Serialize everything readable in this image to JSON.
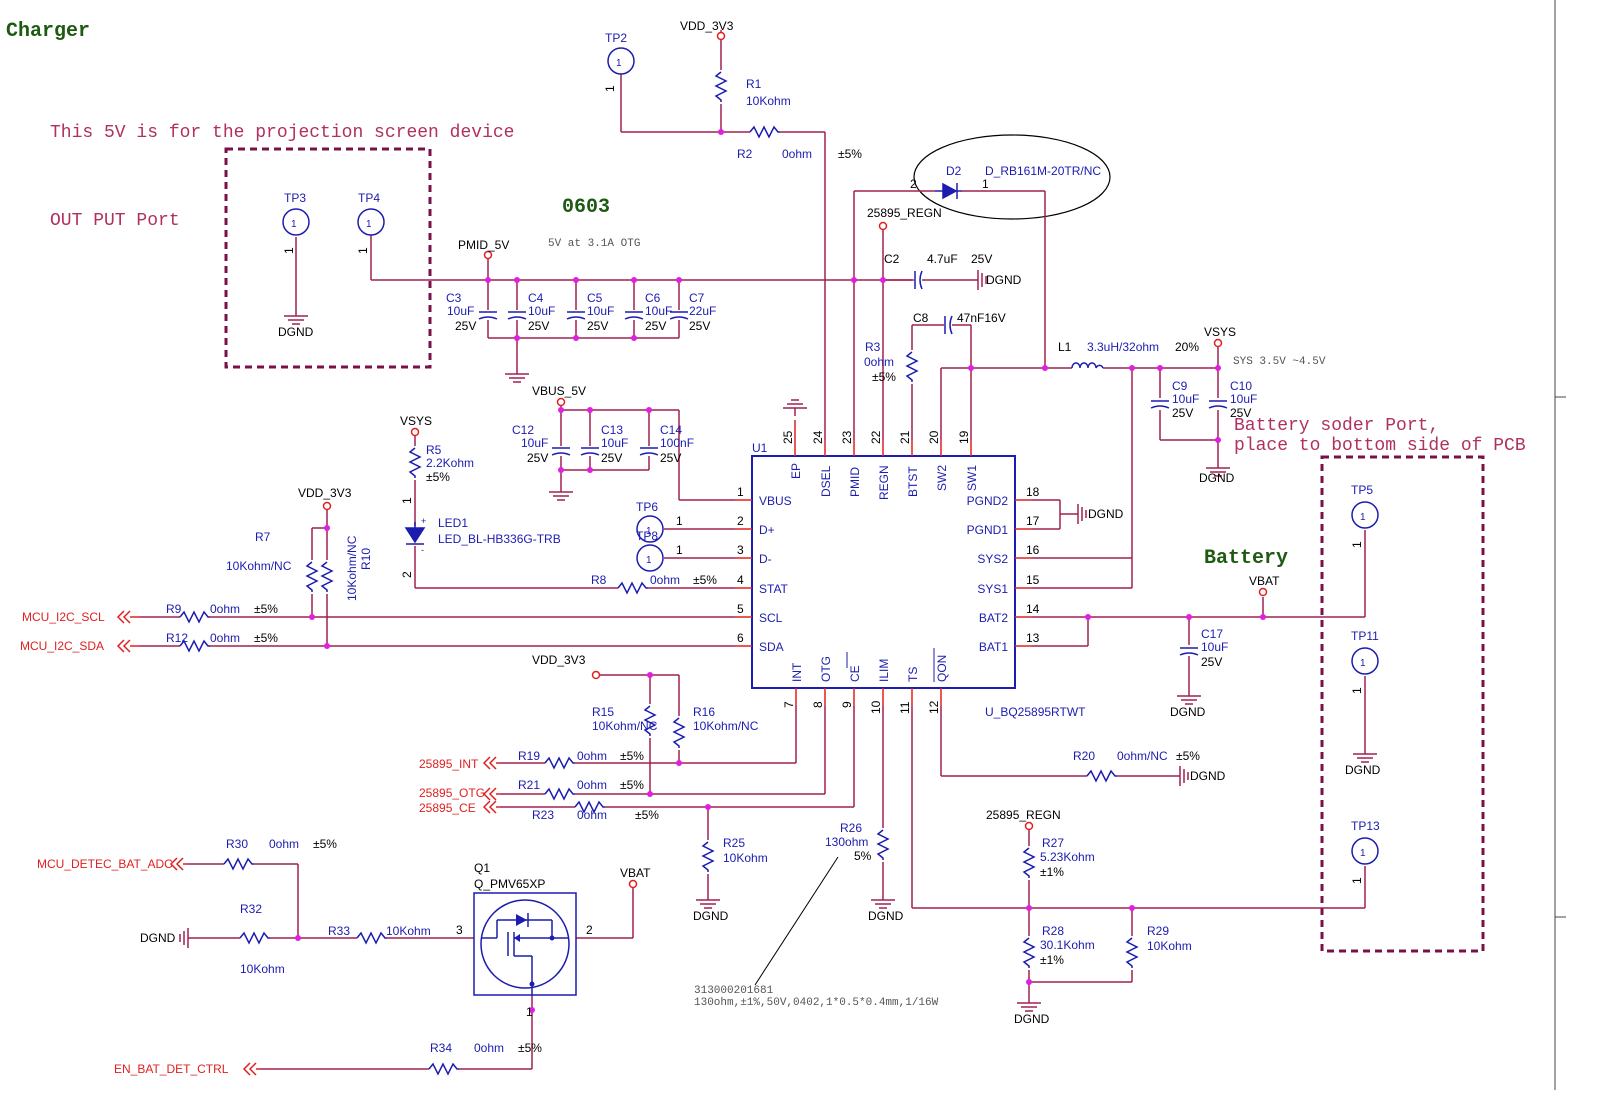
{
  "page": {
    "title": "Charger",
    "package_note": "0603",
    "otg_note": "5V at 3.1A OTG",
    "projection_note": "This 5V is for the projection screen device",
    "output_port_note": "OUT PUT Port",
    "battery_title": "Battery",
    "battery_note_line1": "Battery soder  Port,",
    "battery_note_line2": "place to bottom side of PCB",
    "sys_note": "SYS 3.5V ~4.5V",
    "r26_part_number": "313000201681",
    "r26_spec": "130ohm,±1%,50V,0402,1*0.5*0.4mm,1/16W"
  },
  "nets": {
    "vdd_3v3": "VDD_3V3",
    "pmid_5v": "PMID_5V",
    "vbus_5v": "VBUS_5V",
    "vsys": "VSYS",
    "vbat": "VBAT",
    "dgnd": "DGND",
    "regn": "25895_REGN"
  },
  "ports": {
    "i2c_scl": "MCU_I2C_SCL",
    "i2c_sda": "MCU_I2C_SDA",
    "int": "25895_INT",
    "otg": "25895_OTG",
    "ce": "25895_CE",
    "bat_adc": "MCU_DETEC_BAT_ADC",
    "en_bat": "EN_BAT_DET_CTRL"
  },
  "ic": {
    "ref": "U1",
    "part": "U_BQ25895RTWT",
    "left_pins": [
      {
        "num": "1",
        "name": "VBUS"
      },
      {
        "num": "2",
        "name": "D+"
      },
      {
        "num": "3",
        "name": "D-"
      },
      {
        "num": "4",
        "name": "STAT"
      },
      {
        "num": "5",
        "name": "SCL"
      },
      {
        "num": "6",
        "name": "SDA"
      }
    ],
    "right_pins": [
      {
        "num": "18",
        "name": "PGND2"
      },
      {
        "num": "17",
        "name": "PGND1"
      },
      {
        "num": "16",
        "name": "SYS2"
      },
      {
        "num": "15",
        "name": "SYS1"
      },
      {
        "num": "14",
        "name": "BAT2"
      },
      {
        "num": "13",
        "name": "BAT1"
      }
    ],
    "top_pins": [
      {
        "num": "25",
        "name": "EP"
      },
      {
        "num": "24",
        "name": "DSEL"
      },
      {
        "num": "23",
        "name": "PMID"
      },
      {
        "num": "22",
        "name": "REGN"
      },
      {
        "num": "21",
        "name": "BTST"
      },
      {
        "num": "20",
        "name": "SW2"
      },
      {
        "num": "19",
        "name": "SW1"
      }
    ],
    "bottom_pins": [
      {
        "num": "7",
        "name": "INT"
      },
      {
        "num": "8",
        "name": "OTG"
      },
      {
        "num": "9",
        "name": "CE"
      },
      {
        "num": "10",
        "name": "ILIM"
      },
      {
        "num": "11",
        "name": "TS"
      },
      {
        "num": "12",
        "name": "QON"
      }
    ]
  },
  "components": {
    "tp2": "TP2",
    "tp3": "TP3",
    "tp4": "TP4",
    "tp5": "TP5",
    "tp6": "TP6",
    "tp8": "TP8",
    "tp11": "TP11",
    "tp13": "TP13",
    "tp_pin": "1",
    "r1": {
      "ref": "R1",
      "value": "10Kohm"
    },
    "r2": {
      "ref": "R2",
      "value": "0ohm",
      "tol": "±5%"
    },
    "d2": {
      "ref": "D2",
      "value": "D_RB161M-20TR/NC",
      "pin_a": "2",
      "pin_k": "1"
    },
    "c2": {
      "ref": "C2",
      "value": "4.7uF",
      "volt": "25V"
    },
    "c8": {
      "ref": "C8",
      "value": "47nF16V"
    },
    "r3": {
      "ref": "R3",
      "value": "0ohm",
      "tol": "±5%"
    },
    "l1": {
      "ref": "L1",
      "value": "3.3uH/32ohm",
      "tol": "20%"
    },
    "c3": {
      "ref": "C3",
      "value": "10uF",
      "volt": "25V"
    },
    "c4": {
      "ref": "C4",
      "value": "10uF",
      "volt": "25V"
    },
    "c5": {
      "ref": "C5",
      "value": "10uF",
      "volt": "25V"
    },
    "c6": {
      "ref": "C6",
      "value": "10uF",
      "volt": "25V"
    },
    "c7": {
      "ref": "C7",
      "value": "22uF",
      "volt": "25V"
    },
    "c9": {
      "ref": "C9",
      "value": "10uF",
      "volt": "25V"
    },
    "c10": {
      "ref": "C10",
      "value": "10uF",
      "volt": "25V"
    },
    "c12": {
      "ref": "C12",
      "value": "10uF",
      "volt": "25V"
    },
    "c13": {
      "ref": "C13",
      "value": "10uF",
      "volt": "25V"
    },
    "c14": {
      "ref": "C14",
      "value": "100nF",
      "volt": "25V"
    },
    "c17": {
      "ref": "C17",
      "value": "10uF",
      "volt": "25V"
    },
    "r5": {
      "ref": "R5",
      "value": "2.2Kohm",
      "tol": "±5%"
    },
    "led1": {
      "ref": "LED1",
      "value": "LED_BL-HB336G-TRB"
    },
    "r7": {
      "ref": "R7",
      "value": "10Kohm/NC"
    },
    "r10": {
      "ref": "R10",
      "value": "10Kohm/NC"
    },
    "r8": {
      "ref": "R8",
      "value": "0ohm",
      "tol": "±5%"
    },
    "r9": {
      "ref": "R9",
      "value": "0ohm",
      "tol": "±5%"
    },
    "r12": {
      "ref": "R12",
      "value": "0ohm",
      "tol": "±5%"
    },
    "r15": {
      "ref": "R15",
      "value": "10Kohm/NC"
    },
    "r16": {
      "ref": "R16",
      "value": "10Kohm/NC"
    },
    "r19": {
      "ref": "R19",
      "value": "0ohm",
      "tol": "±5%"
    },
    "r21": {
      "ref": "R21",
      "value": "0ohm",
      "tol": "±5%"
    },
    "r23": {
      "ref": "R23",
      "value": "0ohm",
      "tol": "±5%"
    },
    "r25": {
      "ref": "R25",
      "value": "10Kohm"
    },
    "r26": {
      "ref": "R26",
      "value": "130ohm",
      "tol": "5%"
    },
    "r20": {
      "ref": "R20",
      "value": "0ohm/NC",
      "tol": "±5%"
    },
    "r27": {
      "ref": "R27",
      "value": "5.23Kohm",
      "tol": "±1%"
    },
    "r28": {
      "ref": "R28",
      "value": "30.1Kohm",
      "tol": "±1%"
    },
    "r29": {
      "ref": "R29",
      "value": "10Kohm"
    },
    "r30": {
      "ref": "R30",
      "value": "0ohm",
      "tol": "±5%"
    },
    "r32": {
      "ref": "R32",
      "value": "10Kohm"
    },
    "r33": {
      "ref": "R33",
      "value": "10Kohm"
    },
    "r34": {
      "ref": "R34",
      "value": "0ohm",
      "tol": "±5%"
    },
    "q1": {
      "ref": "Q1",
      "value": "Q_PMV65XP",
      "pin3": "3",
      "pin2": "2",
      "pin1": "1"
    }
  }
}
